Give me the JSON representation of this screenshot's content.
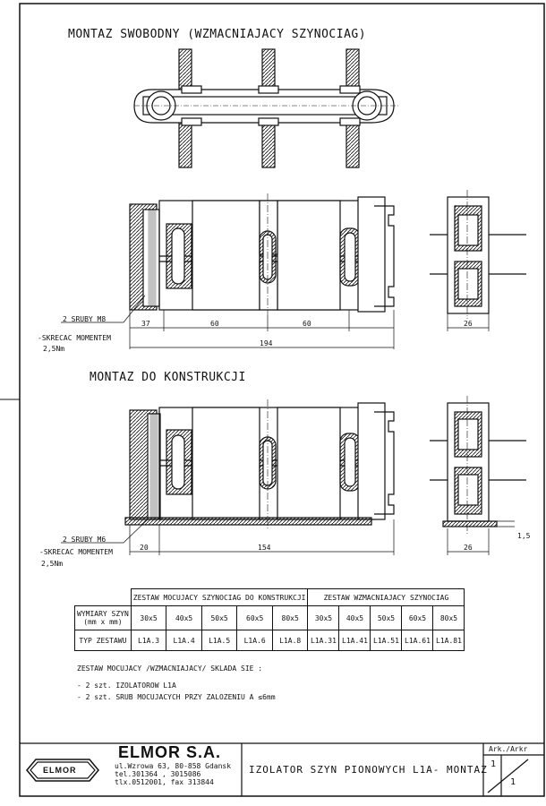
{
  "headings": {
    "free_mount": "MONTAZ SWOBODNY (WZMACNIAJACY SZYNOCIAG)",
    "structure_mount": "MONTAZ DO KONSTRUKCJI"
  },
  "view1": {
    "screw_label": "2 SRUBY M8",
    "torque_label": "-SKRECAC MOMENTEM",
    "torque_value": "2,5Nm",
    "dims": {
      "d37": "37",
      "d60a": "60",
      "d60b": "60",
      "d194": "194",
      "d26": "26"
    }
  },
  "view2": {
    "screw_label": "2 SRUBY M6",
    "torque_label": "-SKRECAC MOMENTEM",
    "torque_value": "2,5Nm",
    "dims": {
      "d20": "20",
      "d154": "154",
      "d26": "26",
      "d15": "1,5"
    }
  },
  "table": {
    "group_a": "ZESTAW MOCUJACY SZYNOCIAG DO KONSTRUKCJI",
    "group_b": "ZESTAW WZMACNIAJACY SZYNOCIAG",
    "row1_label_1": "WYMIARY SZYN",
    "row1_label_2": "(mm x mm)",
    "row2_label": "TYP ZESTAWU",
    "sizes": [
      "30x5",
      "40x5",
      "50x5",
      "60x5",
      "80x5",
      "30x5",
      "40x5",
      "50x5",
      "60x5",
      "80x5"
    ],
    "types": [
      "L1A.3",
      "L1A.4",
      "L1A.5",
      "L1A.6",
      "L1A.8",
      "L1A.31",
      "L1A.41",
      "L1A.51",
      "L1A.61",
      "L1A.81"
    ]
  },
  "notes": {
    "line1": "ZESTAW MOCUJACY /WZMACNIAJACY/ SKLADA SIE :",
    "line2": "- 2 szt. IZOLATOROW L1A",
    "line3": "- 2 szt. SRUB MOCUJACYCH PRZY ZALOZENIU  A ≤6mm"
  },
  "title_block": {
    "company": "ELMOR S.A.",
    "logo_text": "ELMOR",
    "address_1": "ul.Wzrowa 63, 80-858 Gdansk",
    "address_2": "tel.301364 , 3015086",
    "address_3": "tlx.0512001, fax 313844",
    "drawing_title": "IZOLATOR SZYN PIONOWYCH L1A- MONTAZ",
    "sheet_label": "Ark./Arkr",
    "sheet_no": "1",
    "sheet_total": "1"
  }
}
